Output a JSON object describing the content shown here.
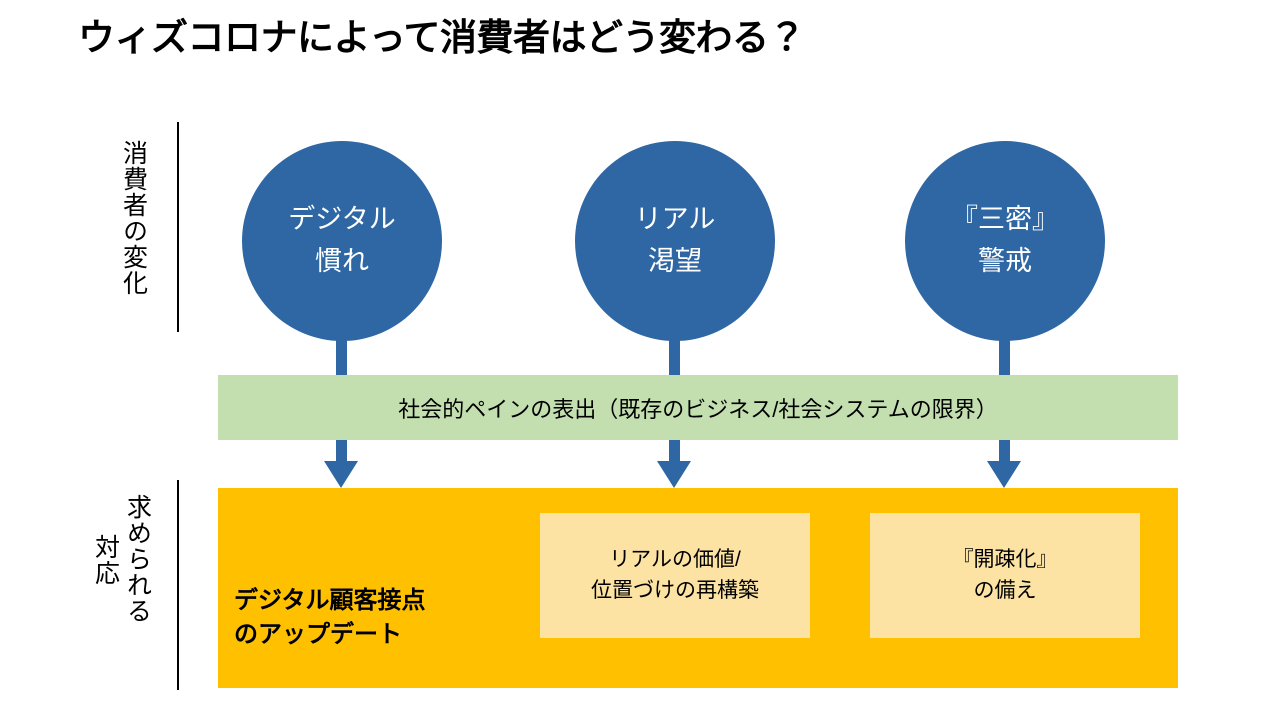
{
  "slide": {
    "title": "ウィズコロナによって消費者はどう変わる？",
    "background_color": "#FFFFFF"
  },
  "colors": {
    "circle_blue": "#2E67A4",
    "band_green": "#C3DEAF",
    "panel_orange": "#FFC000",
    "box_cream": "#FCE3A4",
    "text_black": "#000000",
    "text_white": "#FFFFFF"
  },
  "row_labels": {
    "top": "消費者の変化",
    "bottom_line1": "求められる",
    "bottom_line2": "対応"
  },
  "circles": [
    {
      "line1": "デジタル",
      "line2": "慣れ"
    },
    {
      "line1": "リアル",
      "line2": "渇望"
    },
    {
      "line1": "『三密』",
      "line2": "警戒"
    }
  ],
  "green_band": {
    "text": "社会的ペインの表出（既存のビジネス/社会システムの限界）"
  },
  "orange_panel": {
    "main_label": "デジタル顧客接点\nのアップデート",
    "boxes": [
      {
        "line1": "リアルの価値/",
        "line2": "位置づけの再構築"
      },
      {
        "line1": "『開疎化』",
        "line2": "の備え"
      }
    ]
  }
}
